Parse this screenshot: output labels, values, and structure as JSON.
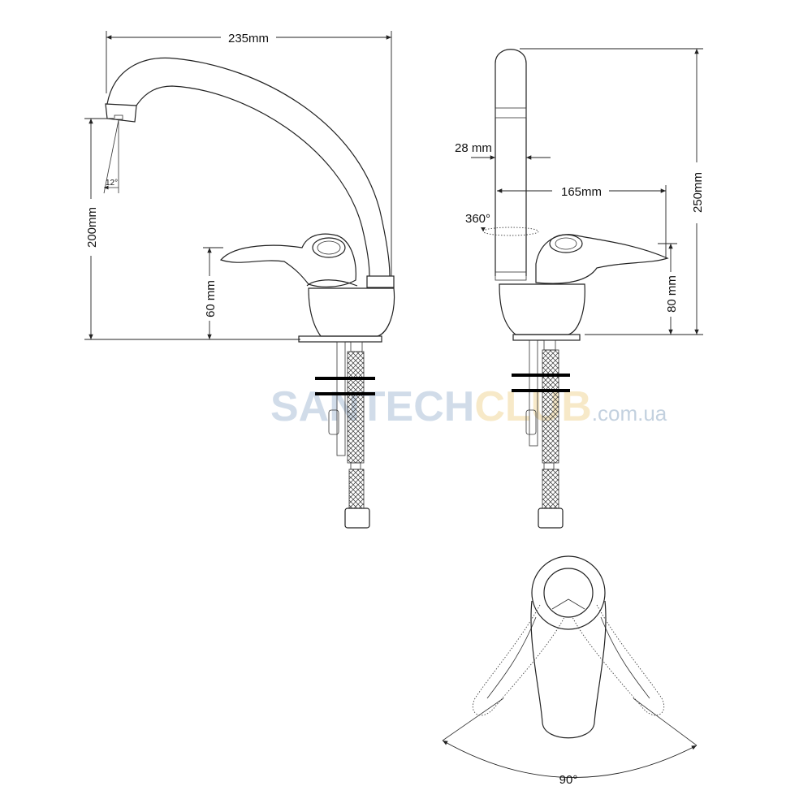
{
  "dimensions": {
    "spout_reach": "235mm",
    "spout_height": "200mm",
    "handle_height_side": "60 mm",
    "spray_angle": "12°",
    "pipe_diameter": "28 mm",
    "spout_length": "165mm",
    "total_height": "250mm",
    "handle_height_front": "80 mm",
    "rotation": "360°",
    "handle_swing": "90°"
  },
  "watermark": {
    "part1": "SANTECH",
    "part2": "CLUB",
    "suffix": ".com.ua",
    "colors": {
      "part1": "#c9d7e6",
      "part2": "#f6e6bf"
    }
  }
}
